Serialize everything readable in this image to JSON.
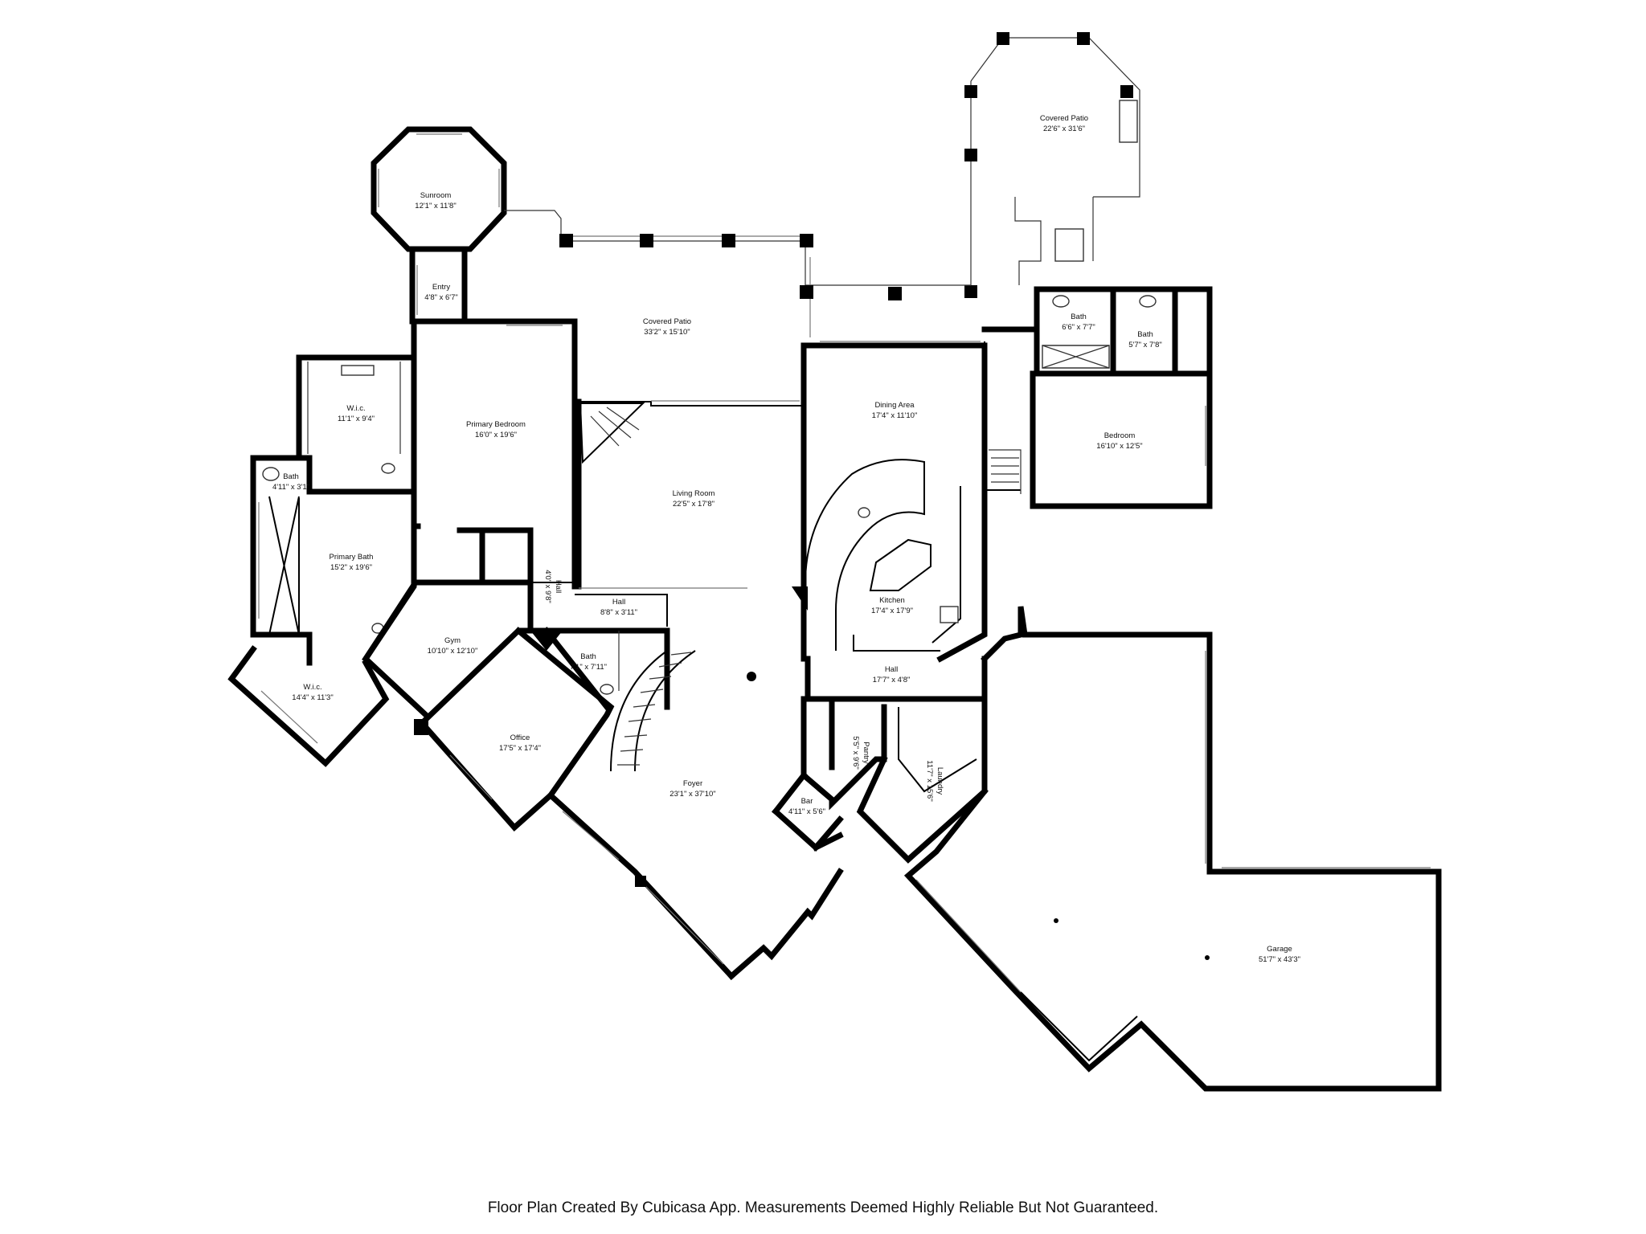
{
  "rooms": {
    "covered_patio_upper": {
      "name": "Covered Patio",
      "dims": "22'6\" x 31'6\""
    },
    "sunroom": {
      "name": "Sunroom",
      "dims": "12'1\" x 11'8\""
    },
    "entry": {
      "name": "Entry",
      "dims": "4'8\" x 6'7\""
    },
    "covered_patio_main": {
      "name": "Covered Patio",
      "dims": "33'2\" x 15'10\""
    },
    "bath_upper_left": {
      "name": "Bath",
      "dims": "6'6\" x 7'7\""
    },
    "bath_upper_right": {
      "name": "Bath",
      "dims": "5'7\" x 7'8\""
    },
    "wic_primary": {
      "name": "W.i.c.",
      "dims": "11'1\" x 9'4\""
    },
    "primary_bedroom": {
      "name": "Primary Bedroom",
      "dims": "16'0\" x 19'6\""
    },
    "dining_area": {
      "name": "Dining Area",
      "dims": "17'4\" x 11'10\""
    },
    "bedroom": {
      "name": "Bedroom",
      "dims": "16'10\" x 12'5\""
    },
    "bath_small": {
      "name": "Bath",
      "dims": "4'11\" x 3'1\""
    },
    "living_room": {
      "name": "Living Room",
      "dims": "22'5\" x 17'8\""
    },
    "primary_bath": {
      "name": "Primary Bath",
      "dims": "15'2\" x 19'6\""
    },
    "hall_vertical": {
      "name": "Hall",
      "dims": "4'0\" x 9'8\""
    },
    "hall_small": {
      "name": "Hall",
      "dims": "8'8\" x 3'11\""
    },
    "kitchen": {
      "name": "Kitchen",
      "dims": "17'4\" x 17'9\""
    },
    "gym": {
      "name": "Gym",
      "dims": "10'10\" x 12'10\""
    },
    "bath_center": {
      "name": "Bath",
      "dims": "7'1\" x 7'11\""
    },
    "hall_kitchen": {
      "name": "Hall",
      "dims": "17'7\" x 4'8\""
    },
    "wic_lower": {
      "name": "W.i.c.",
      "dims": "14'4\" x 11'3\""
    },
    "office": {
      "name": "Office",
      "dims": "17'5\" x 17'4\""
    },
    "pantry": {
      "name": "Pantry",
      "dims": "5'5\" x 9'6\""
    },
    "laundry": {
      "name": "Laundry",
      "dims": "11'7\" x 15'6\""
    },
    "foyer": {
      "name": "Foyer",
      "dims": "23'1\" x 37'10\""
    },
    "bar": {
      "name": "Bar",
      "dims": "4'11\" x 5'6\""
    },
    "garage": {
      "name": "Garage",
      "dims": "51'7\" x 43'3\""
    }
  },
  "footer": {
    "text": "Floor Plan Created By Cubicasa App. Measurements Deemed Highly Reliable But Not Guaranteed."
  }
}
